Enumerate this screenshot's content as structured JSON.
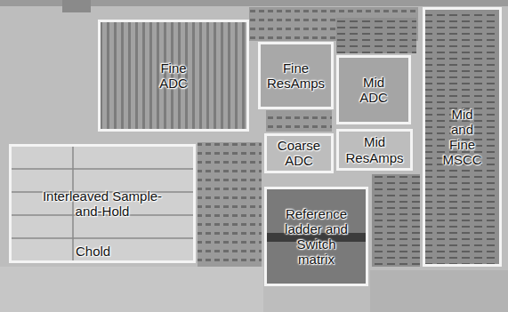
{
  "diagram": {
    "nodes": [
      {
        "text": [
          "Fine ADC"
        ]
      },
      {
        "text": [
          "Fine ResAmps"
        ]
      },
      {
        "text": [
          "Mid ADC"
        ]
      },
      {
        "text": [
          "Coarse ADC"
        ]
      },
      {
        "text": [
          "Mid ResAmps"
        ]
      },
      {
        "text": [
          "Mid and Fine MSCC"
        ]
      },
      {
        "text": [
          "Interleaved Sample-and-Hold",
          "Chold"
        ]
      },
      {
        "text": [
          "Reference ladder and Switch matrix"
        ]
      }
    ]
  }
}
